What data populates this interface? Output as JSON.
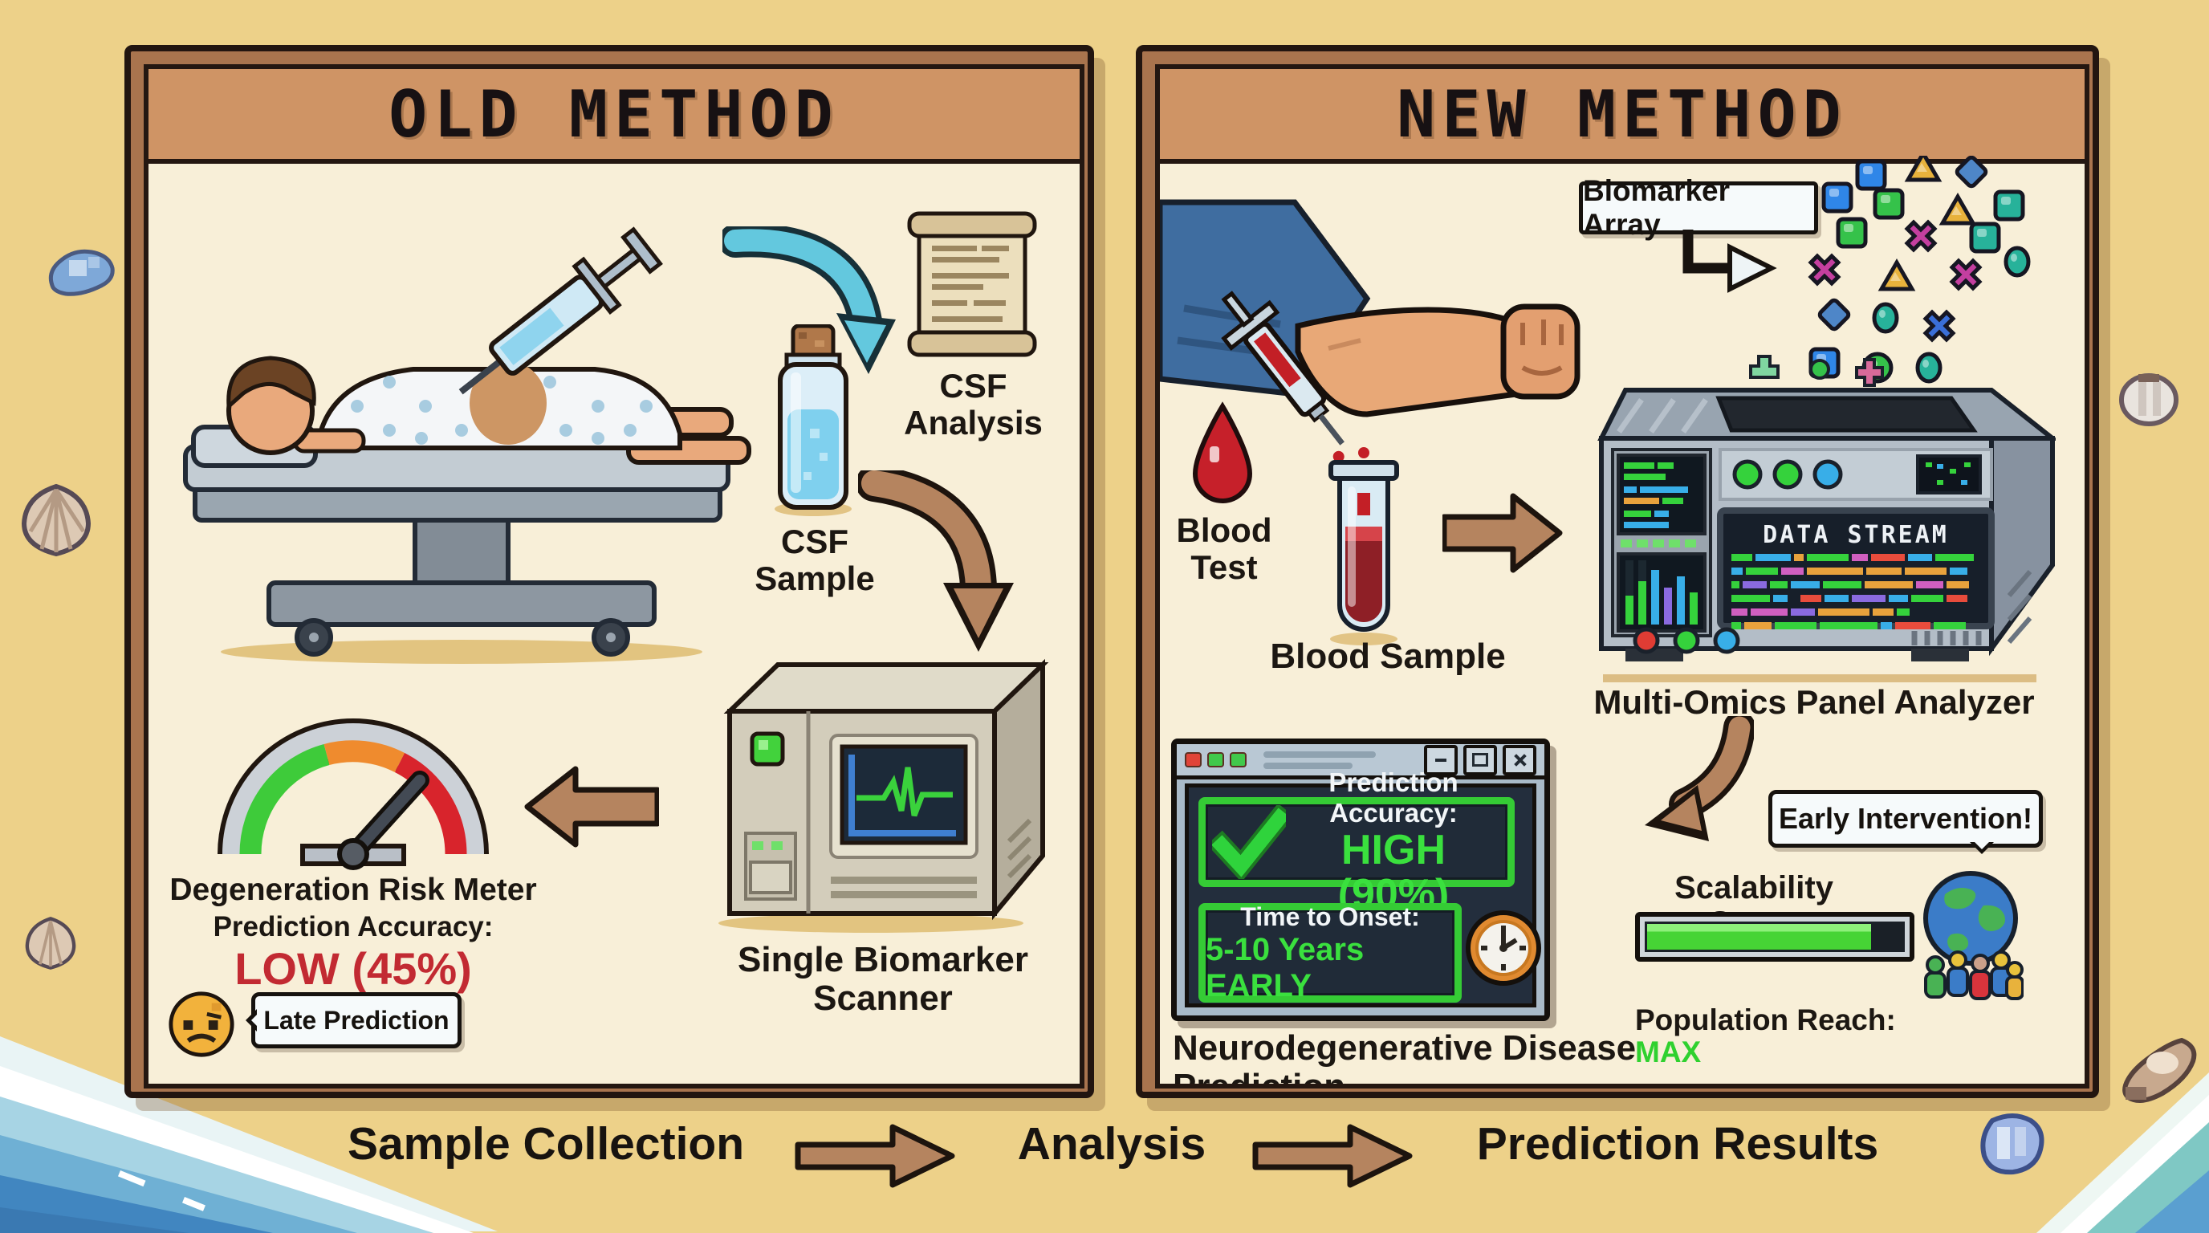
{
  "colors": {
    "sand": "#edd189",
    "panel_frame": "#a9744e",
    "panel_bg": "#f8efd8",
    "header_bg": "#cf9465",
    "accent_green": "#35cb35",
    "accent_red": "#c22a32",
    "arrow_brown": "#b5845f",
    "max_green": "#2fd12f",
    "screen_navy": "#232e3d",
    "cyan_arrow": "#63c8de"
  },
  "left_panel": {
    "title": "OLD METHOD",
    "csf_analysis_label": "CSF\nAnalysis",
    "csf_sample_label": "CSF\nSample",
    "scanner_label": "Single Biomarker\nScanner",
    "risk_meter_label": "Degeneration Risk Meter",
    "accuracy_label": "Prediction Accuracy:",
    "accuracy_value": "LOW (45%)",
    "late_prediction_label": "Late Prediction"
  },
  "right_panel": {
    "title": "NEW METHOD",
    "biomarker_array_label": "Biomarker Array",
    "blood_test_label": "Blood\nTest",
    "blood_sample_label": "Blood Sample",
    "analyzer_label": "Multi-Omics Panel Analyzer",
    "data_stream_label": "DATA STREAM",
    "prediction_window": {
      "accuracy_label": "Prediction Accuracy:",
      "accuracy_value": "HIGH (90%)",
      "onset_label": "Time to Onset:",
      "onset_value": "5-10 Years EARLY",
      "caption": "Neurodegenerative Disease Prediction"
    },
    "early_intervention_label": "Early Intervention!",
    "scalability_label": "Scalability Score",
    "population_reach_label": "Population Reach:",
    "population_reach_value": "MAX"
  },
  "footer": {
    "step1": "Sample Collection",
    "step2": "Analysis",
    "step3": "Prediction Results"
  }
}
